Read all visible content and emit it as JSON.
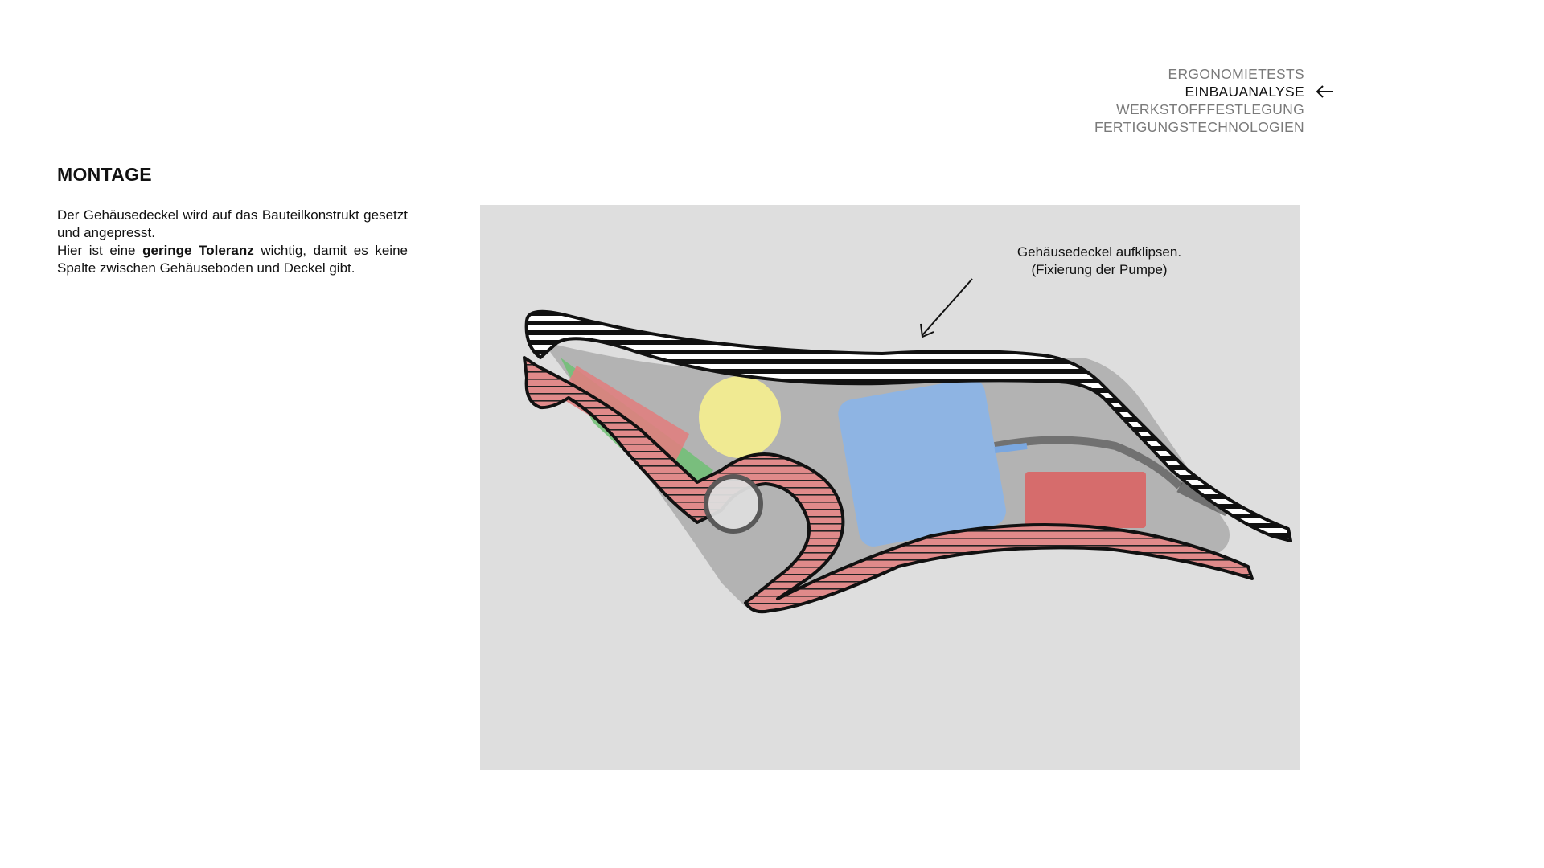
{
  "nav": {
    "items": [
      {
        "label": "ERGONOMIETESTS",
        "active": false
      },
      {
        "label": "EINBAUANALYSE",
        "active": true
      },
      {
        "label": "WERKSTOFFFESTLEGUNG",
        "active": false
      },
      {
        "label": "FERTIGUNGSTECHNOLOGIEN",
        "active": false
      }
    ],
    "active_indicator_icon": "arrow-left-icon"
  },
  "section": {
    "title": "MONTAGE",
    "paragraph1": "Der Gehäusedeckel wird auf das Bauteilkonstrukt gesetzt und angepresst.",
    "paragraph2_prefix": "Hier ist eine ",
    "paragraph2_bold": "geringe Toleranz",
    "paragraph2_suffix": " wichtig, damit es keine Spalte zwischen Gehäuseboden und Deckel gibt."
  },
  "diagram": {
    "callout_line1": "Gehäusedeckel aufklipsen.",
    "callout_line2": "(Fixierung der Pumpe)",
    "colors": {
      "panel_bg": "#dedede",
      "cover_hatch": "#111111",
      "base_fill": "#e08a8a",
      "battery": "#f0ea92",
      "pump": "#8eb4e3",
      "component_red": "#d96464",
      "component_green": "#6fbf73"
    }
  }
}
